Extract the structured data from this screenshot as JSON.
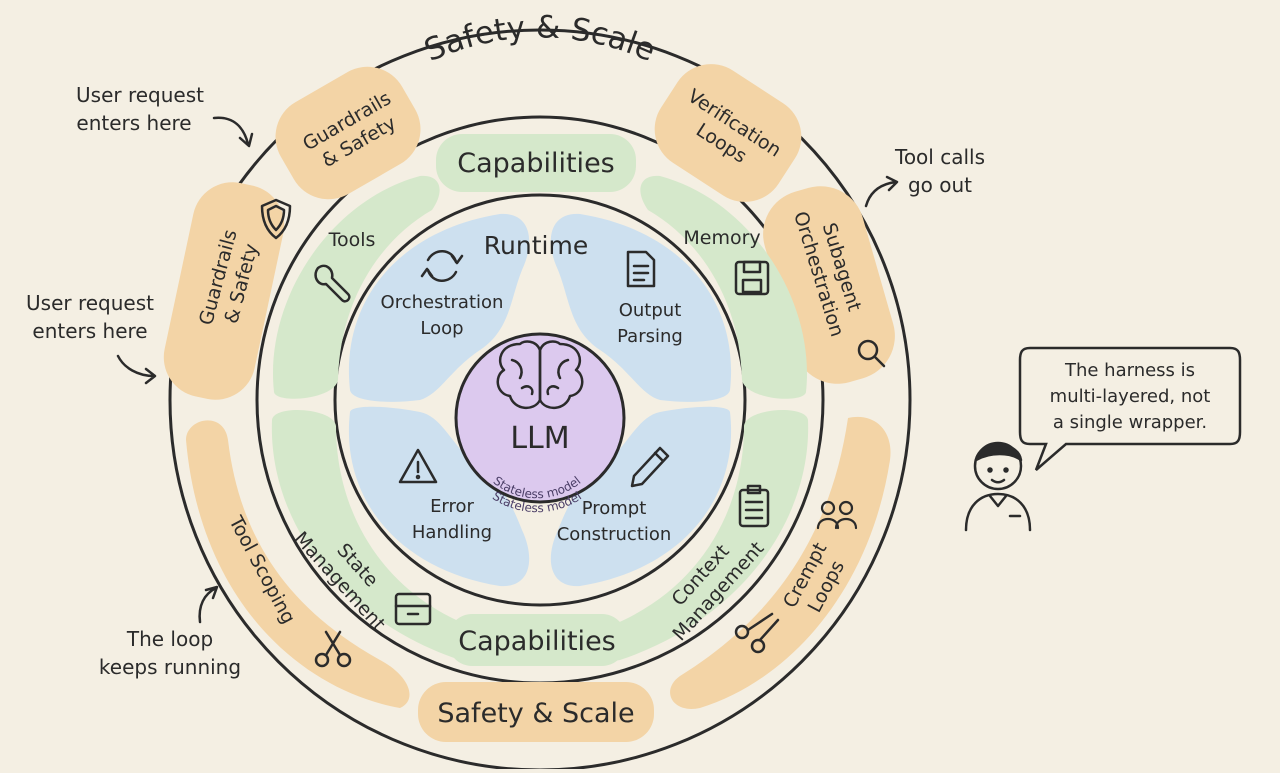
{
  "outer_ring": {
    "title_top": "Safety & Scale",
    "title_bottom": "Safety & Scale",
    "pills": {
      "guardrails_top_line1": "Guardrails",
      "guardrails_top_line2": "& Safety",
      "guardrails_left_line1": "Guardrails",
      "guardrails_left_line2": "& Safety",
      "verification_line1": "Verification",
      "verification_line2": "Loops",
      "subagent_line1": "Subagent",
      "subagent_line2": "Orchestration",
      "tool_scoping": "Tool Scoping",
      "crempt_line1": "Crempt",
      "crempt_line2": "Loops"
    }
  },
  "capabilities_ring": {
    "title_top": "Capabilities",
    "title_bottom": "Capabilities",
    "items": {
      "tools": "Tools",
      "memory": "Memory",
      "state_line1": "State",
      "state_line2": "Management",
      "context_line1": "Context",
      "context_line2": "Management"
    }
  },
  "runtime_ring": {
    "title": "Runtime",
    "items": {
      "orchestration_line1": "Orchestration",
      "orchestration_line2": "Loop",
      "output_line1": "Output",
      "output_line2": "Parsing",
      "error_line1": "Error",
      "error_line2": "Handling",
      "prompt_line1": "Prompt",
      "prompt_line2": "Construction"
    }
  },
  "core": {
    "title": "LLM",
    "subtitle_1": "Stateless model",
    "subtitle_2": "Stateless model"
  },
  "annotations": {
    "top_left_line1": "User request",
    "top_left_line2": "enters here",
    "left_line1": "User request",
    "left_line2": "enters here",
    "bottom_left_line1": "The loop",
    "bottom_left_line2": "keeps running",
    "top_right_line1": "Tool calls",
    "top_right_line2": "go out"
  },
  "speech_bubble": {
    "line1": "The harness is",
    "line2": "multi-layered, not",
    "line3": "a single wrapper."
  },
  "colors": {
    "background": "#f4efe3",
    "outer_pill": "#f3d4a6",
    "capabilities": "#d5e8cb",
    "runtime": "#cde0ef",
    "core": "#dcc9ee",
    "ink": "#2b2b2b"
  }
}
